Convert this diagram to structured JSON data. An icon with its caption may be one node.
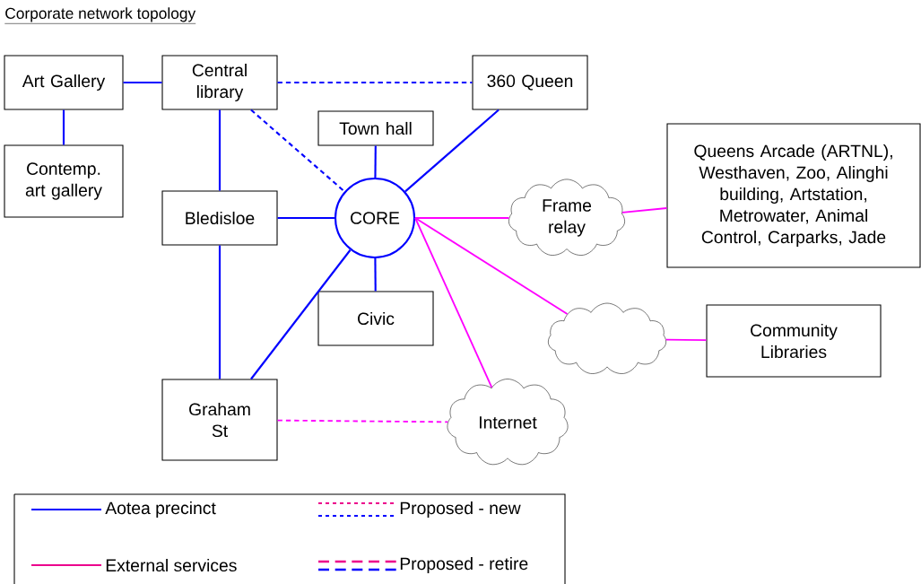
{
  "diagram": {
    "title": "Corporate network topology",
    "nodes": [
      {
        "text": [
          "Art Gallery"
        ]
      },
      {
        "text": [
          "Central library"
        ]
      },
      {
        "text": [
          "360 Queen"
        ]
      },
      {
        "text": [
          "Contemp. art gallery"
        ]
      },
      {
        "text": [
          "Town hall"
        ]
      },
      {
        "text": [
          "Queens Arcade (ARTNL), Westhaven, Zoo, Alinghi building, Artstation, Metrowater, Animal Control, Carparks, Jade"
        ]
      },
      {
        "text": [
          "Bledisloe"
        ]
      },
      {
        "text": [
          "CORE"
        ]
      },
      {
        "text": [
          "Frame relay"
        ]
      },
      {
        "text": [
          "Civic"
        ]
      },
      {
        "text": [],
        "shape": "cloud"
      },
      {
        "text": [
          "Community Libraries"
        ]
      },
      {
        "text": [
          "Graham St"
        ]
      },
      {
        "text": [
          "Internet"
        ]
      }
    ],
    "edges": [
      {
        "from": 0,
        "to": 1,
        "arrow": "none"
      },
      {
        "from": 0,
        "to": 3,
        "arrow": "none"
      },
      {
        "from": 1,
        "to": 2,
        "arrow": "none",
        "style": "dashed"
      },
      {
        "from": 1,
        "to": 6,
        "arrow": "none"
      },
      {
        "from": 1,
        "to": 7,
        "arrow": "none",
        "style": "dashed"
      },
      {
        "from": 4,
        "to": 7,
        "arrow": "none"
      },
      {
        "from": 6,
        "to": 7,
        "arrow": "none"
      },
      {
        "from": 6,
        "to": 12,
        "arrow": "none"
      },
      {
        "from": 12,
        "to": 7,
        "arrow": "none"
      },
      {
        "from": 7,
        "to": 2,
        "arrow": "none"
      },
      {
        "from": 7,
        "to": 9,
        "arrow": "none"
      },
      {
        "from": 7,
        "to": 8,
        "arrow": "none",
        "color": "#ff00ff"
      },
      {
        "from": 8,
        "to": 5,
        "arrow": "none",
        "color": "#ff00ff"
      },
      {
        "from": 7,
        "to": 10,
        "arrow": "none",
        "color": "#ff00ff"
      },
      {
        "from": 10,
        "to": 11,
        "arrow": "none",
        "color": "#ff00ff"
      },
      {
        "from": 7,
        "to": 13,
        "arrow": "none",
        "color": "#ff00ff"
      },
      {
        "from": 12,
        "to": 13,
        "arrow": "none",
        "style": "dashed",
        "color": "#ff00ff"
      }
    ],
    "legend": [
      {
        "text": "Aotea precinct"
      },
      {
        "text": "Proposed - new"
      },
      {
        "text": "External services"
      },
      {
        "text": "Proposed - retire"
      }
    ]
  }
}
